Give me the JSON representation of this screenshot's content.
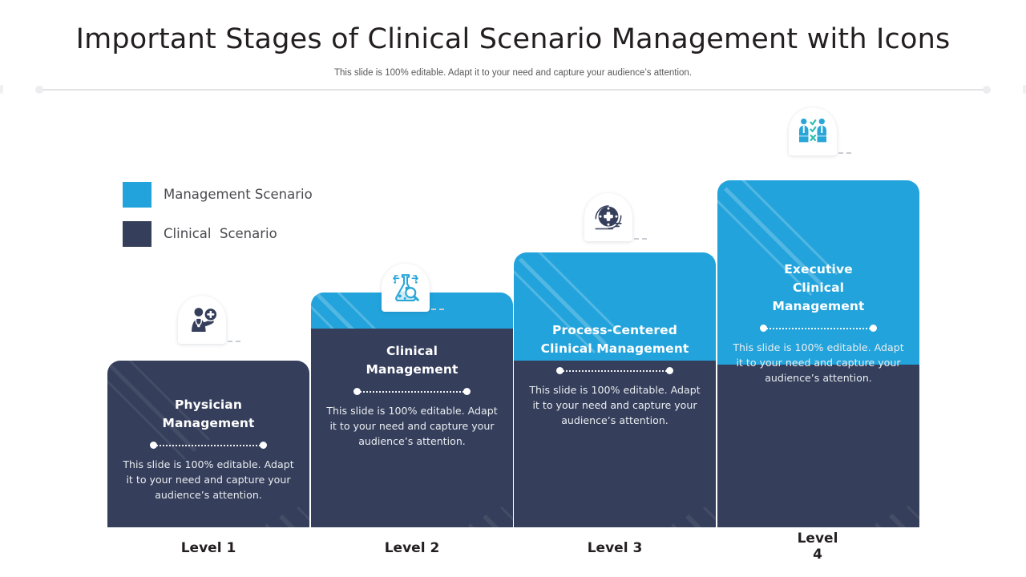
{
  "header": {
    "title": "Important Stages of Clinical Scenario Management with Icons",
    "subtitle": "This slide is 100% editable. Adapt it to your need and capture your audience’s attention."
  },
  "colors": {
    "blue": "#22A3DB",
    "navy": "#353E5A",
    "text_dark": "#231f20",
    "rule": "#e3e3e6"
  },
  "legend": {
    "items": [
      {
        "label": "Management Scenario",
        "color": "#22A3DB",
        "swatch_name": "management-scenario"
      },
      {
        "label": "Clinical  Scenario",
        "color": "#353E5A",
        "swatch_name": "clinical-scenario"
      }
    ]
  },
  "chart_data": {
    "type": "bar",
    "title": "Important Stages of Clinical Scenario Management with Icons",
    "categories": [
      "Level 1",
      "Level 2",
      "Level 3",
      "Level 4"
    ],
    "series": [
      {
        "name": "Clinical  Scenario",
        "color": "#353E5A",
        "values": [
          208,
          248,
          208,
          203
        ]
      },
      {
        "name": "Management Scenario",
        "color": "#22A3DB",
        "values": [
          0,
          45,
          135,
          230
        ]
      }
    ],
    "total_heights": [
      208,
      293,
      343,
      433
    ],
    "legend_position": "top-left",
    "grid": false,
    "xlabel": "",
    "ylabel": ""
  },
  "stages": [
    {
      "level": "Level 1",
      "title": "Physician\nManagement",
      "body": "This slide is 100% editable. Adapt it to your need and capture your audience’s attention.",
      "icon": "physician-add-icon",
      "icon_color": "#353E5A"
    },
    {
      "level": "Level 2",
      "title": "Clinical\nManagement",
      "body": "This slide is 100% editable. Adapt it to your need and capture your audience’s attention.",
      "icon": "flask-magnifier-icon",
      "icon_color": "#29A6D8"
    },
    {
      "level": "Level 3",
      "title": "Process-Centered\nClinical Management",
      "body": "This slide is 100% editable. Adapt it to your need and capture your audience’s attention.",
      "icon": "medical-cross-disc-icon",
      "icon_color": "#353E5A"
    },
    {
      "level": "Level\n4",
      "title": "Executive\nClinical\nManagement",
      "body": "This slide is 100% editable. Adapt it to your need and capture your audience’s attention.",
      "icon": "people-check-cross-icon",
      "icon_color": "#29A6D8"
    }
  ]
}
